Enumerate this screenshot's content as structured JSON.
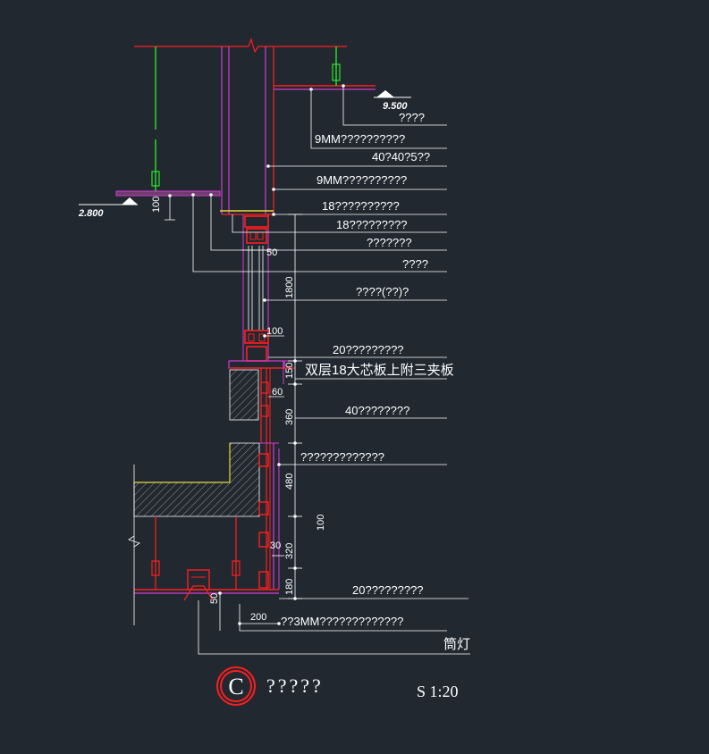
{
  "colors": {
    "background": "#212830",
    "red": "#ff1e1e",
    "magenta": "#d23cd2",
    "green": "#28e628",
    "white": "#ffffff",
    "yellow": "#e6dc3c",
    "hatch": "#8c8c8c"
  },
  "elevations": {
    "top": "9.500",
    "left": "2.800"
  },
  "labels": [
    "????",
    "9MM??????????",
    "40?40?5??",
    "9MM??????????",
    "18??????????",
    "18?????????",
    "???????",
    "????",
    "????(??)?",
    "20?????????",
    "双层18大芯板上附三夹板",
    "40????????",
    "?????????????",
    "20?????????",
    "??3MM?????????????",
    "筒灯"
  ],
  "dimensions": {
    "d100_top": "100",
    "d50_top": "50",
    "d1800": "1800",
    "d100_mid": "100",
    "d150": "150",
    "d60": "60",
    "d360": "360",
    "d480": "480",
    "d100_right": "100",
    "d30": "30",
    "d320": "320",
    "d180": "180",
    "d50_bottom": "50",
    "d200": "200"
  },
  "title_block": {
    "badge": "C",
    "title": "?????",
    "scale": "S 1:20"
  }
}
